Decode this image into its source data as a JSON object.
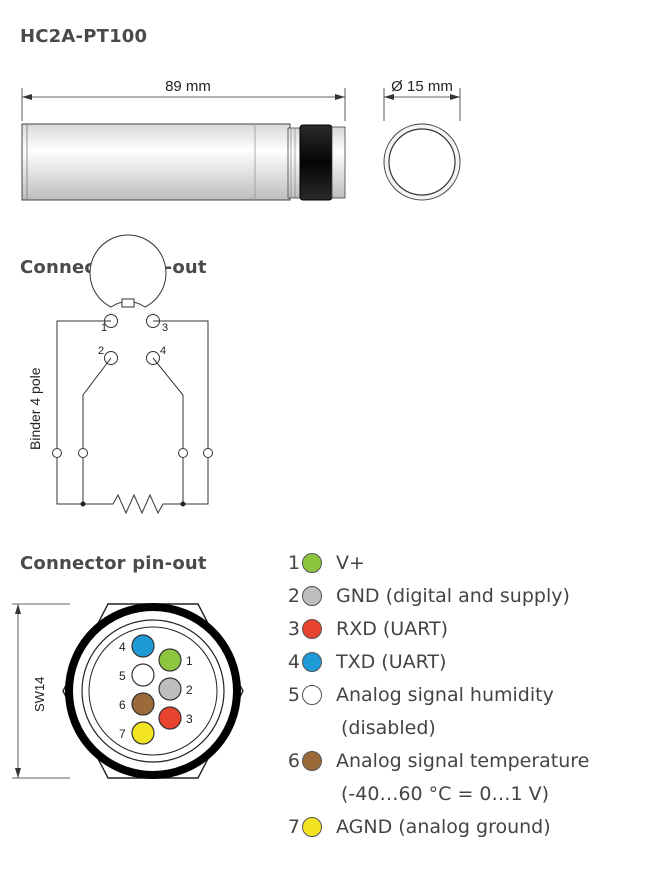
{
  "title": "HC2A-PT100",
  "dimensions": {
    "length": "89 mm",
    "diameter": "Ø 15 mm"
  },
  "pinout_heading_1": "Connector pin-out",
  "pinout_heading_2": "Connector pin-out",
  "binder_label": "Binder 4 pole",
  "binder_pins": [
    "1",
    "2",
    "3",
    "4"
  ],
  "sw_label": "SW14",
  "connector_pins": [
    "1",
    "2",
    "3",
    "4",
    "5",
    "6",
    "7"
  ],
  "pin_colors": {
    "1": "#8cc63f",
    "2": "#bdbdbd",
    "3": "#e8432e",
    "4": "#1e9ad6",
    "5": "#ffffff",
    "6": "#9a6a3a",
    "7": "#f2e422"
  },
  "legend": [
    {
      "num": "1",
      "color": "#8cc63f",
      "text": "V+"
    },
    {
      "num": "2",
      "color": "#bdbdbd",
      "text": "GND (digital and supply)"
    },
    {
      "num": "3",
      "color": "#e8432e",
      "text": "RXD (UART)"
    },
    {
      "num": "4",
      "color": "#1e9ad6",
      "text": "TXD (UART)"
    },
    {
      "num": "5",
      "color": "#ffffff",
      "text": "Analog signal humidity",
      "cont": "(disabled)"
    },
    {
      "num": "6",
      "color": "#9a6a3a",
      "text": "Analog signal temperature",
      "cont": "(-40…60 °C = 0…1 V)"
    },
    {
      "num": "7",
      "color": "#f2e422",
      "text": "AGND (analog ground)"
    }
  ]
}
